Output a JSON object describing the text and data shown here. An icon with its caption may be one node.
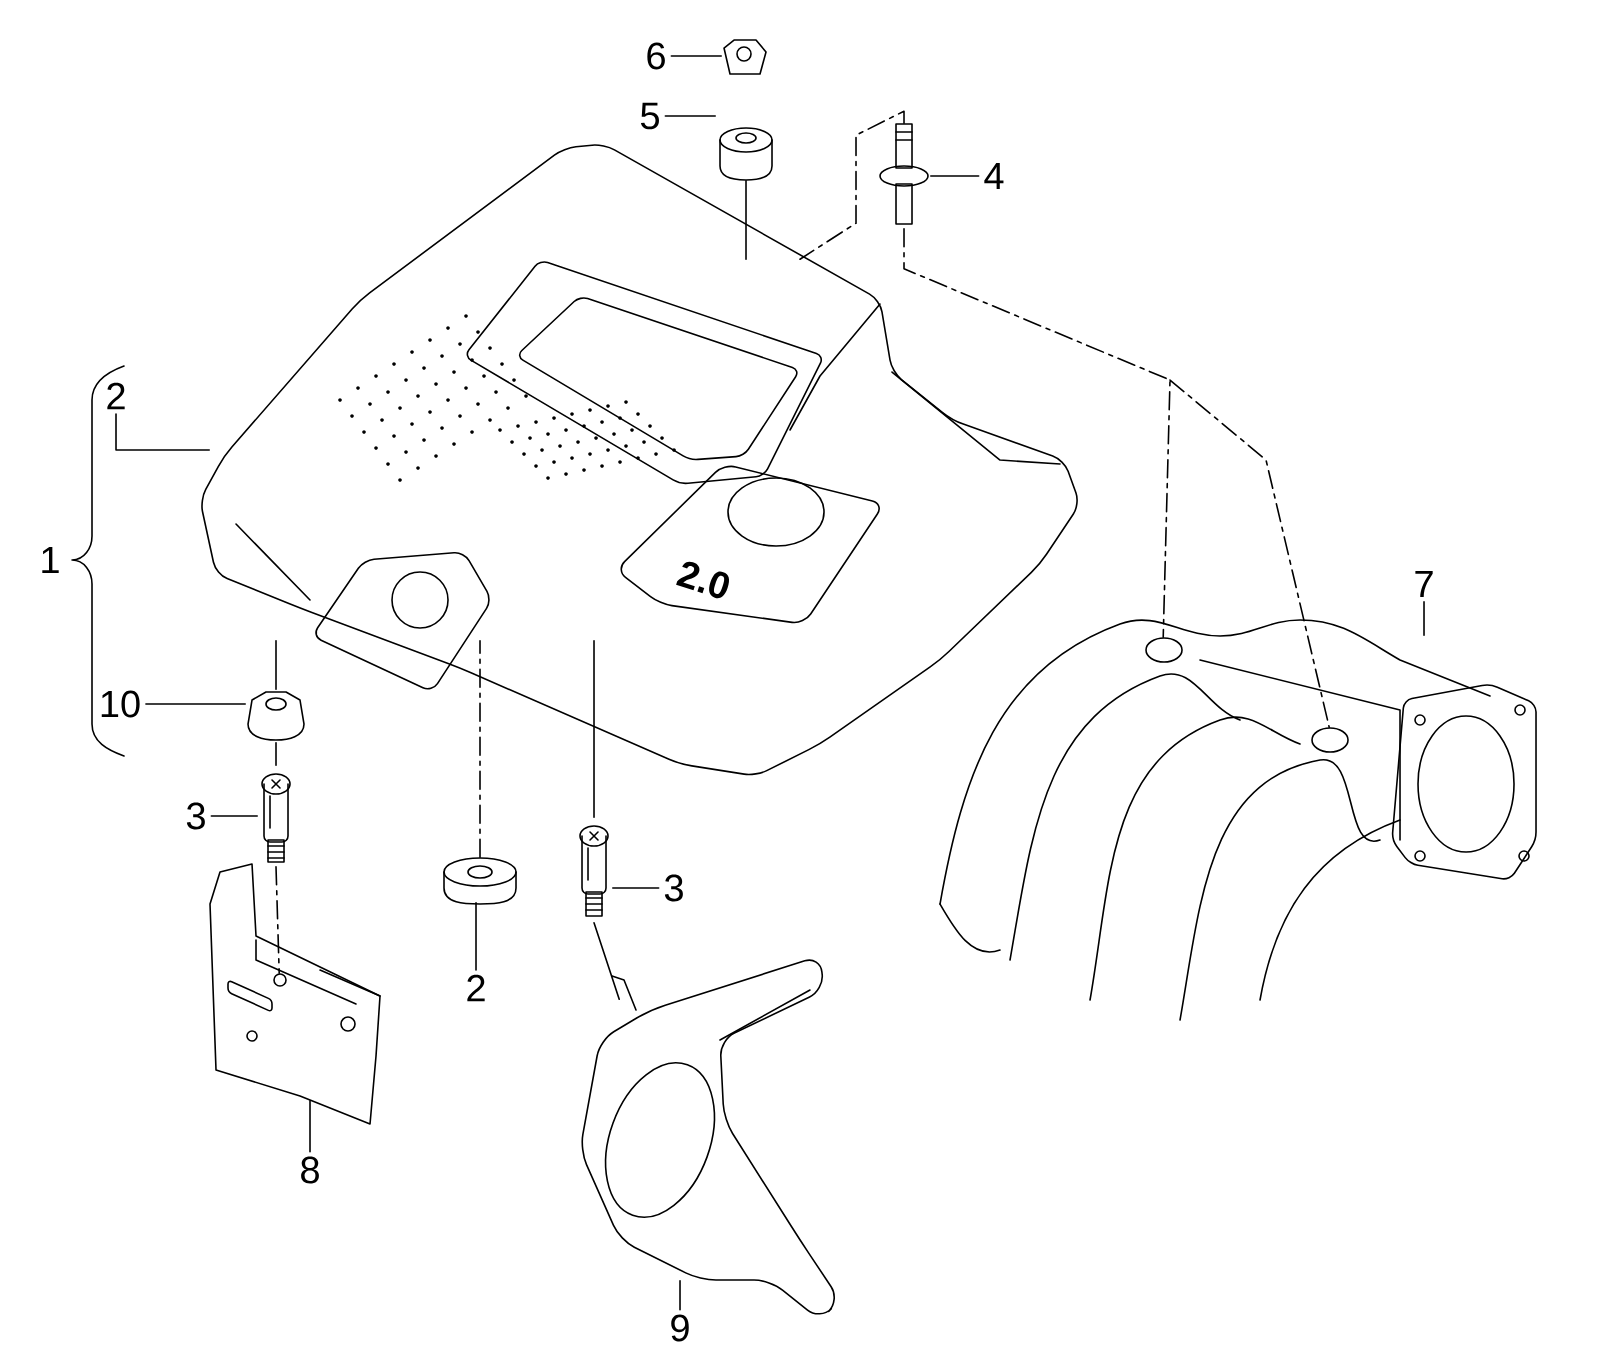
{
  "diagram": {
    "nodes": [
      {
        "text": [],
        "shape": "picture"
      },
      {
        "text": [
          "2"
        ]
      },
      {
        "text": [
          "6"
        ]
      },
      {
        "text": [],
        "shape": "picture"
      },
      {
        "text": [
          "5"
        ]
      },
      {
        "text": [],
        "shape": "picture"
      },
      {
        "text": [
          "4"
        ]
      },
      {
        "text": [],
        "shape": "picture"
      },
      {
        "text": [
          "7"
        ]
      },
      {
        "text": [],
        "shape": "picture"
      },
      {
        "text": [
          "10"
        ]
      },
      {
        "text": [],
        "shape": "picture"
      },
      {
        "text": [
          "3"
        ]
      },
      {
        "text": [],
        "shape": "picture"
      },
      {
        "text": [
          "2"
        ]
      },
      {
        "text": [],
        "shape": "picture"
      },
      {
        "text": [
          "3"
        ]
      },
      {
        "text": [],
        "shape": "picture"
      },
      {
        "text": [
          "8"
        ]
      },
      {
        "text": [],
        "shape": "picture"
      },
      {
        "text": [
          "9"
        ]
      },
      {
        "text": [],
        "shape": "picture"
      }
    ],
    "edges": [
      {
        "from": 1,
        "to": 0,
        "arrow": "none"
      },
      {
        "from": 2,
        "to": 3,
        "arrow": "none"
      },
      {
        "from": 4,
        "to": 5,
        "arrow": "none"
      },
      {
        "from": 6,
        "to": 7,
        "arrow": "none"
      },
      {
        "from": 8,
        "to": 9,
        "arrow": "none"
      },
      {
        "from": 10,
        "to": 11,
        "arrow": "none"
      },
      {
        "from": 12,
        "to": 13,
        "arrow": "none"
      },
      {
        "from": 14,
        "to": 15,
        "arrow": "none"
      },
      {
        "from": 16,
        "to": 17,
        "arrow": "none"
      },
      {
        "from": 18,
        "to": 19,
        "arrow": "none"
      },
      {
        "from": 20,
        "to": 21,
        "arrow": "none"
      },
      {
        "from": 5,
        "to": 0,
        "arrow": "none"
      },
      {
        "from": 7,
        "to": 0,
        "arrow": "none",
        "style": "dashed"
      },
      {
        "from": 7,
        "to": 9,
        "arrow": "none",
        "style": "dashed"
      },
      {
        "from": 11,
        "to": 0,
        "arrow": "none"
      },
      {
        "from": 13,
        "to": 11,
        "arrow": "none"
      },
      {
        "from": 13,
        "to": 19,
        "arrow": "none",
        "style": "dashed"
      },
      {
        "from": 15,
        "to": 0,
        "arrow": "none",
        "style": "dashed"
      },
      {
        "from": 17,
        "to": 0,
        "arrow": "none"
      },
      {
        "from": 17,
        "to": 21,
        "arrow": "none"
      }
    ],
    "labels": [
      "1",
      "2.0"
    ]
  }
}
